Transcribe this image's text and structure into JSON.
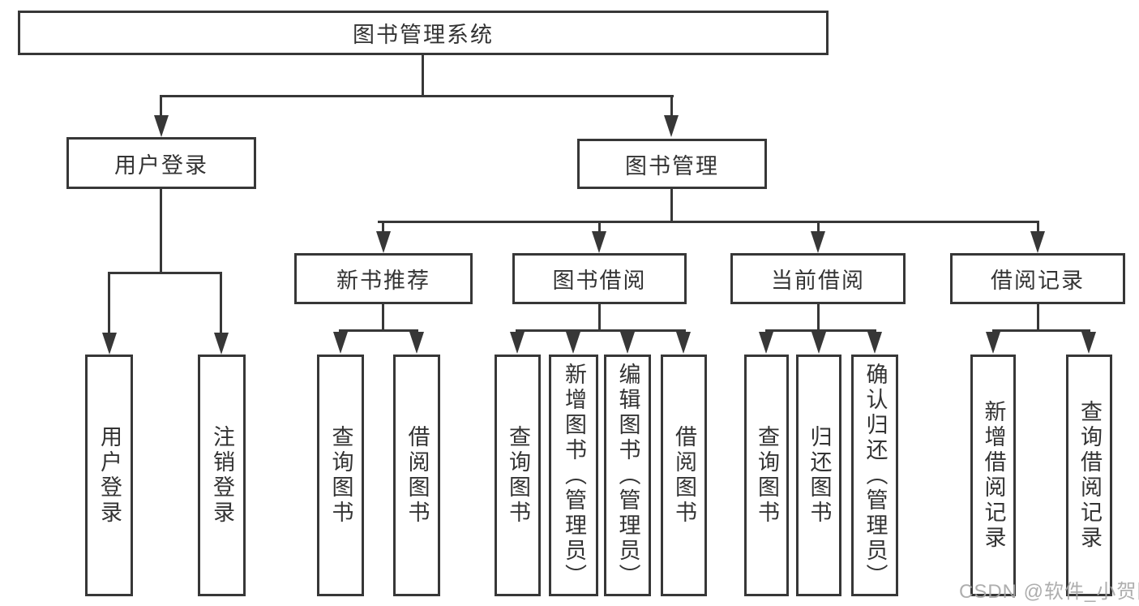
{
  "title": "图书管理系统",
  "branches": {
    "user": {
      "label": "用户登录",
      "children": [
        "用户登录",
        "注销登录"
      ]
    },
    "book": {
      "label": "图书管理",
      "sections": [
        {
          "label": "新书推荐",
          "children": [
            "查询图书",
            "借阅图书"
          ]
        },
        {
          "label": "图书借阅",
          "children": [
            "查询图书",
            "新增图书（管理员）",
            "编辑图书（管理员）",
            "借阅图书"
          ]
        },
        {
          "label": "当前借阅",
          "children": [
            "查询图书",
            "归还图书",
            "确认归还（管理员）"
          ]
        },
        {
          "label": "借阅记录",
          "children": [
            "新增借阅记录",
            "查询借阅记录"
          ]
        }
      ]
    }
  },
  "watermark": "CSDN @软件_小贺同学",
  "colors": {
    "line": "#373737",
    "text": "#333333",
    "background": "#ffffff",
    "watermark": "#a5a5a5"
  }
}
